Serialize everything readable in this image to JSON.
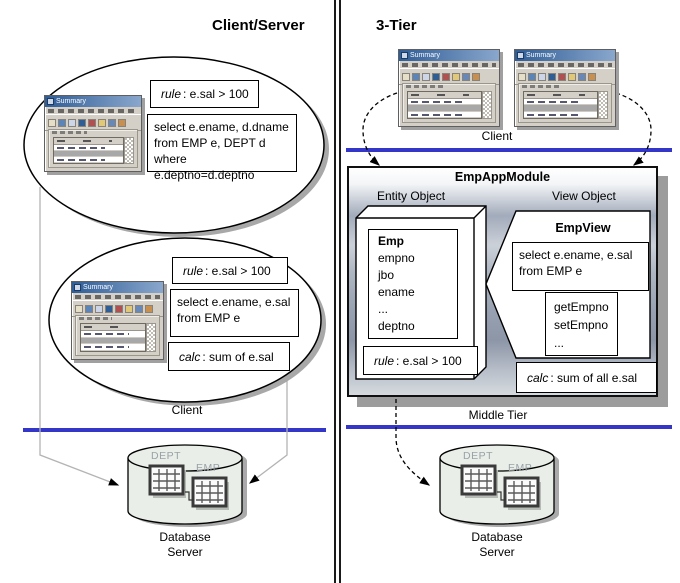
{
  "left_panel": {
    "title": "Client/Server",
    "client_label": "Client",
    "ellipse1": {
      "rule": {
        "prefix": "rule",
        "text": ": e.sal > 100"
      },
      "sql": [
        "select e.ename, d.dname",
        "from EMP e, DEPT d",
        "where e.deptno=d.deptno"
      ]
    },
    "ellipse2": {
      "rule": {
        "prefix": "rule",
        "text": ": e.sal > 100"
      },
      "sql": [
        "select e.ename, e.sal",
        "from EMP e"
      ],
      "calc": {
        "prefix": "calc",
        "text": ": sum of e.sal"
      }
    },
    "database_label": [
      "Database",
      "Server"
    ],
    "tables": [
      "DEPT",
      "EMP"
    ]
  },
  "right_panel": {
    "title": "3-Tier",
    "client_label": "Client",
    "middle_tier_label": "Middle Tier",
    "module": {
      "title": "EmpAppModule",
      "entity_section_label": "Entity Object",
      "view_section_label": "View Object",
      "entity": {
        "name": "Emp",
        "attributes": [
          "empno",
          "jbo",
          "ename",
          "...",
          "deptno"
        ],
        "rule": {
          "prefix": "rule",
          "text": ": e.sal > 100"
        }
      },
      "view": {
        "name": "EmpView",
        "sql": [
          "select e.ename, e.sal",
          "from EMP e"
        ],
        "methods": [
          "getEmpno",
          "setEmpno",
          "..."
        ],
        "calc": {
          "prefix": "calc",
          "text": ": sum of all e.sal"
        }
      }
    },
    "database_label": [
      "Database",
      "Server"
    ],
    "tables": [
      "DEPT",
      "EMP"
    ]
  },
  "mini_window": {
    "title": "Summary"
  },
  "colors": {
    "separator_blue": "#3436c8",
    "shadow_gray": "#9c9c9c"
  }
}
